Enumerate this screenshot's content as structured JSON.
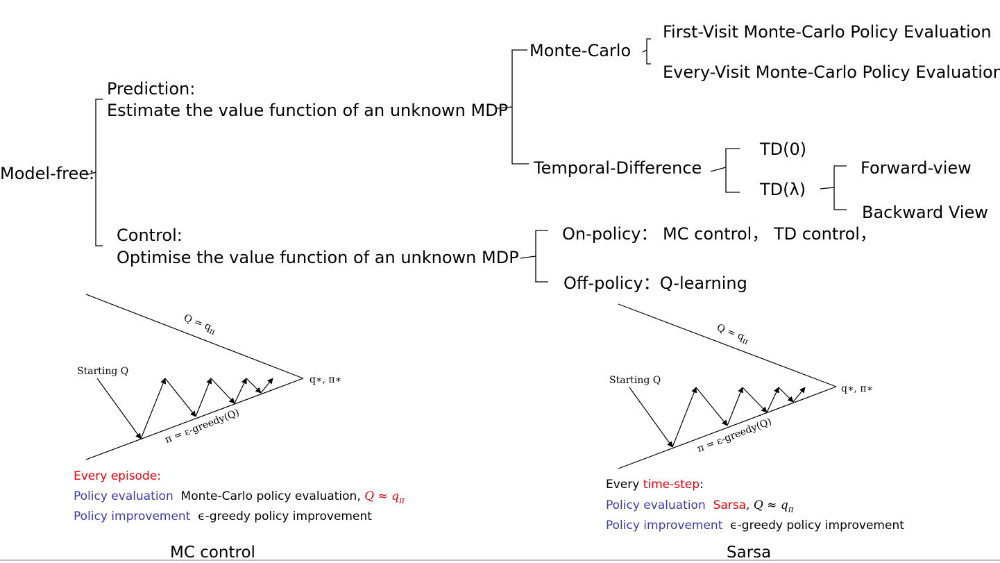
{
  "tree": {
    "root": "Model-free:",
    "prediction": {
      "title": "Prediction:",
      "desc": "Estimate the value function of an unknown MDP",
      "mc": {
        "label": "Monte-Carlo",
        "first_visit": "First-Visit Monte-Carlo Policy Evaluation",
        "every_visit": "Every-Visit Monte-Carlo Policy Evaluation"
      },
      "td": {
        "label": "Temporal-Difference",
        "td0": "TD(0)",
        "td_lambda": "TD(λ)",
        "forward": "Forward-view",
        "backward": "Backward View"
      }
    },
    "control": {
      "title": "Control:",
      "desc": "Optimise the value function of an unknown MDP",
      "on_policy": "On-policy：  MC control，  TD control，",
      "off_policy": "Off-policy：Q-learning"
    }
  },
  "mc_panel": {
    "diagram": {
      "starting": "Starting Q",
      "top_label": "Q = q",
      "top_sub": "π",
      "bottom_label": "π = ε-greedy(Q)",
      "target": "q∗, π∗"
    },
    "every": "Every episode:",
    "eval_label": "Policy evaluation",
    "eval_text": "Monte-Carlo policy evaluation,",
    "eval_math": "Q ≈ q",
    "eval_sub": "π",
    "impr_label": "Policy improvement",
    "impr_text": "ϵ-greedy policy improvement",
    "caption": "MC control"
  },
  "sarsa_panel": {
    "diagram": {
      "starting": "Starting Q",
      "top_label": "Q = q",
      "top_sub": "π",
      "bottom_label": "π = ε-greedy(Q)",
      "target": "q∗, π∗"
    },
    "every_prefix": "Every",
    "every_red": "time-step",
    "every_suffix": ":",
    "eval_label": "Policy evaluation",
    "eval_red": "Sarsa",
    "eval_math": ", Q ≈ q",
    "eval_sub": "π",
    "impr_label": "Policy improvement",
    "impr_text": "ϵ-greedy policy improvement",
    "caption": "Sarsa"
  },
  "colors": {
    "red": "#e8000b",
    "blue": "#3a3aa8",
    "text": "#000000"
  }
}
